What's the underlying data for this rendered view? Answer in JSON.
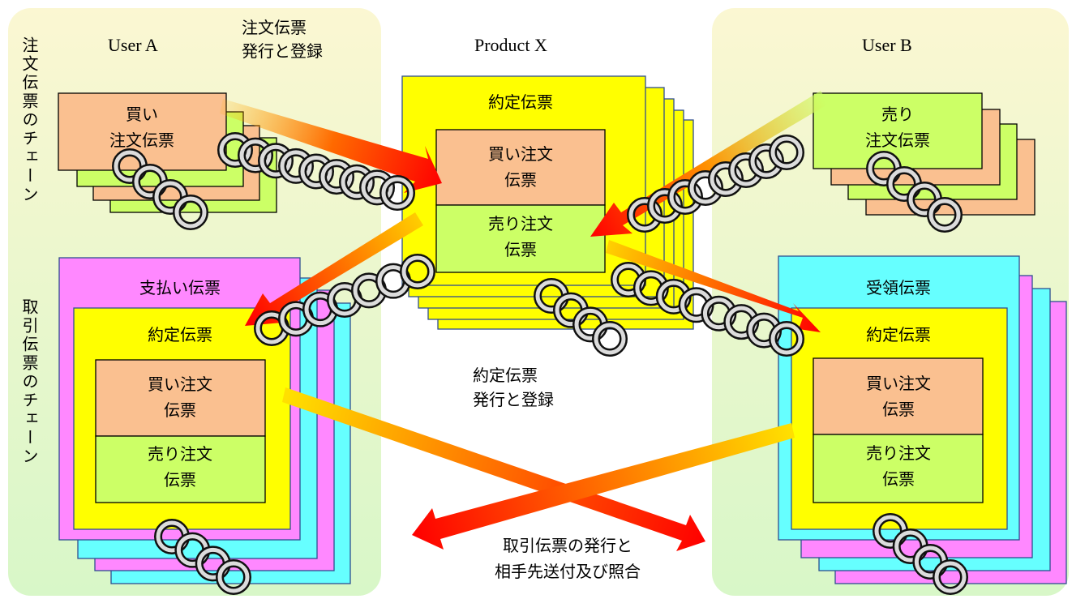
{
  "users": {
    "a": "User A",
    "b": "User B",
    "product": "Product X"
  },
  "side_labels": {
    "order_chain": "注文伝票のチェーン",
    "transaction_chain": "取引伝票のチェーン"
  },
  "captions": {
    "order_issue": [
      "注文伝票",
      "発行と登録"
    ],
    "contract_issue": [
      "約定伝票",
      "発行と登録"
    ],
    "transaction_issue": [
      "取引伝票の発行と",
      "相手先送付及び照合"
    ]
  },
  "slips": {
    "buy_order": [
      "買い",
      "注文伝票"
    ],
    "sell_order": [
      "売り",
      "注文伝票"
    ],
    "contract": "約定伝票",
    "buy_order_inner": [
      "買い注文",
      "伝票"
    ],
    "sell_order_inner": [
      "売り注文",
      "伝票"
    ],
    "payment": "支払い伝票",
    "receipt": "受領伝票"
  },
  "colors": {
    "panel_bg": "#f4fbd8",
    "yellow": "#ffff00",
    "orange": "#fac090",
    "green": "#ccff66",
    "cyan": "#66ffff",
    "magenta": "#ff88ff",
    "border": "#2f4f8f",
    "arrow_start": "#ffff00",
    "arrow_end": "#ff0000"
  }
}
